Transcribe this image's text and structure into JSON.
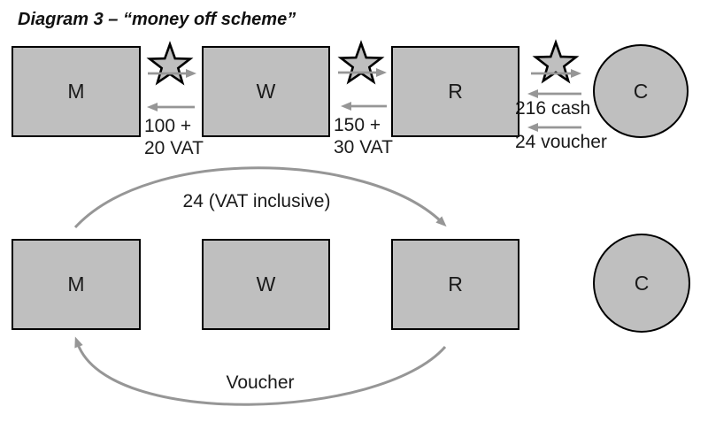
{
  "title": "Diagram 3 – “money off scheme”",
  "colors": {
    "shape_fill": "#bfbfbf",
    "shape_outline": "#000000",
    "arrow": "#969696",
    "text": "#1a1a1a"
  },
  "nodes": {
    "top": {
      "manufacturer": "M",
      "wholesaler": "W",
      "retailer": "R",
      "consumer": "C"
    },
    "bottom": {
      "manufacturer": "M",
      "wholesaler": "W",
      "retailer": "R",
      "consumer": "C"
    }
  },
  "flows": {
    "wholesaler_to_manufacturer": {
      "line1": "100 +",
      "line2": "20 VAT"
    },
    "retailer_to_wholesaler": {
      "line1": "150 +",
      "line2": "30 VAT"
    },
    "consumer_to_retailer_cash": "216 cash",
    "consumer_to_retailer_voucher": "24 voucher",
    "manufacturer_to_retailer": "24 (VAT inclusive)",
    "retailer_to_manufacturer": "Voucher"
  }
}
